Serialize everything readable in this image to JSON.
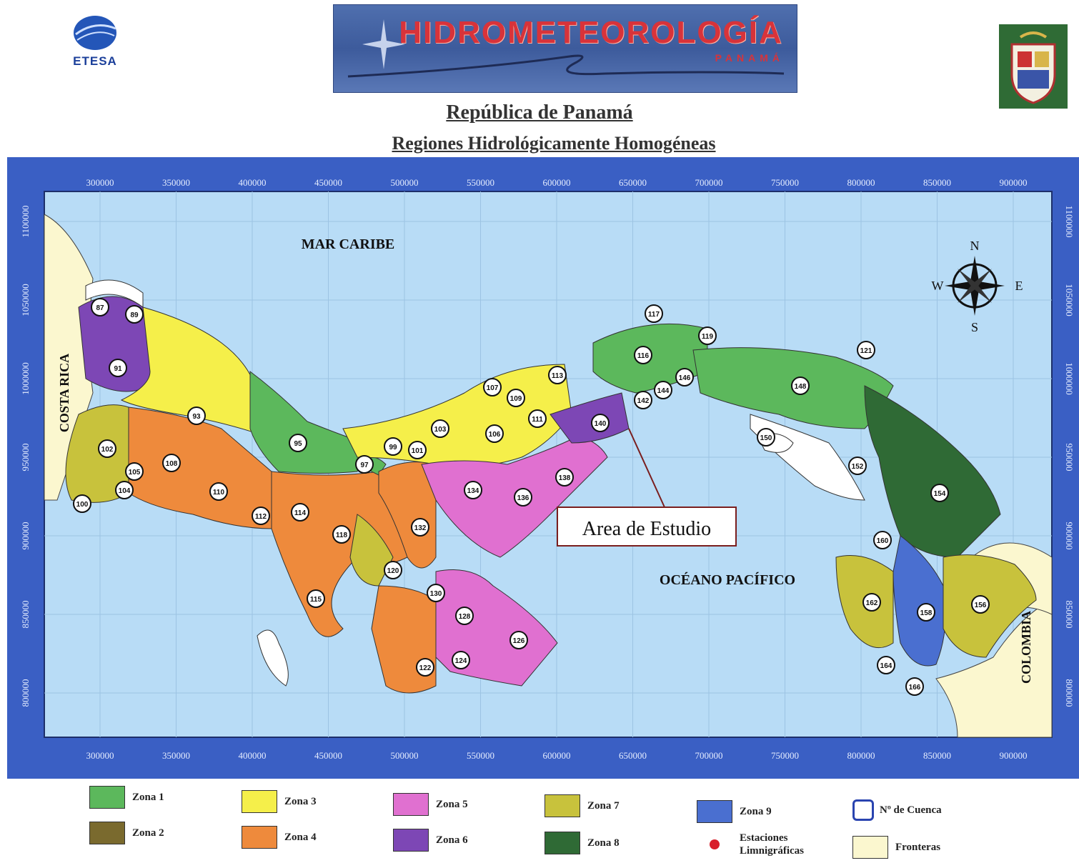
{
  "header": {
    "logo_text": "ETESA",
    "banner_title": "HIDROMETEOROLOGÍA",
    "banner_subtitle": "PANAMÁ",
    "title": "República de Panamá",
    "subtitle": "Regiones Hidrológicamente Homogéneas"
  },
  "map": {
    "x_ticks": [
      "300000",
      "350000",
      "400000",
      "450000",
      "500000",
      "550000",
      "600000",
      "650000",
      "700000",
      "750000",
      "800000",
      "850000",
      "900000"
    ],
    "y_ticks": [
      "1100000",
      "1050000",
      "1000000",
      "950000",
      "900000",
      "850000",
      "800000"
    ],
    "labels": {
      "caribbean": "MAR CARIBE",
      "pacific": "OCÉANO PACÍFICO",
      "costa_rica": "COSTA RICA",
      "colombia": "COLOMBIA",
      "study_area": "Area de Estudio"
    },
    "compass": {
      "n": "N",
      "s": "S",
      "e": "E",
      "w": "W"
    },
    "basins": [
      "87",
      "89",
      "91",
      "93",
      "95",
      "97",
      "99",
      "100",
      "101",
      "102",
      "103",
      "104",
      "105",
      "106",
      "107",
      "108",
      "109",
      "110",
      "111",
      "112",
      "113",
      "114",
      "115",
      "116",
      "117",
      "118",
      "119",
      "120",
      "121",
      "122",
      "124",
      "126",
      "128",
      "130",
      "132",
      "134",
      "136",
      "138",
      "140",
      "142",
      "144",
      "146",
      "148",
      "150",
      "152",
      "154",
      "156",
      "158",
      "160",
      "162",
      "164",
      "166"
    ]
  },
  "legend": [
    {
      "label": "Zona 1",
      "color": "#5cb85c"
    },
    {
      "label": "Zona 2",
      "color": "#7a6a2e"
    },
    {
      "label": "Zona 3",
      "color": "#f5ef4a"
    },
    {
      "label": "Zona 4",
      "color": "#ee8a3c"
    },
    {
      "label": "Zona 5",
      "color": "#e070d0"
    },
    {
      "label": "Zona 6",
      "color": "#7d47b5"
    },
    {
      "label": "Zona 7",
      "color": "#c8c23c"
    },
    {
      "label": "Zona 8",
      "color": "#2f6a35"
    },
    {
      "label": "Zona 9",
      "color": "#4a6fd0"
    },
    {
      "label": "Estaciones Limnigráficas",
      "color": "#d81e2a"
    },
    {
      "label": "Nº de Cuenca",
      "color": "#ffffff"
    },
    {
      "label": "Fronteras",
      "color": "#fbf7cf"
    }
  ]
}
